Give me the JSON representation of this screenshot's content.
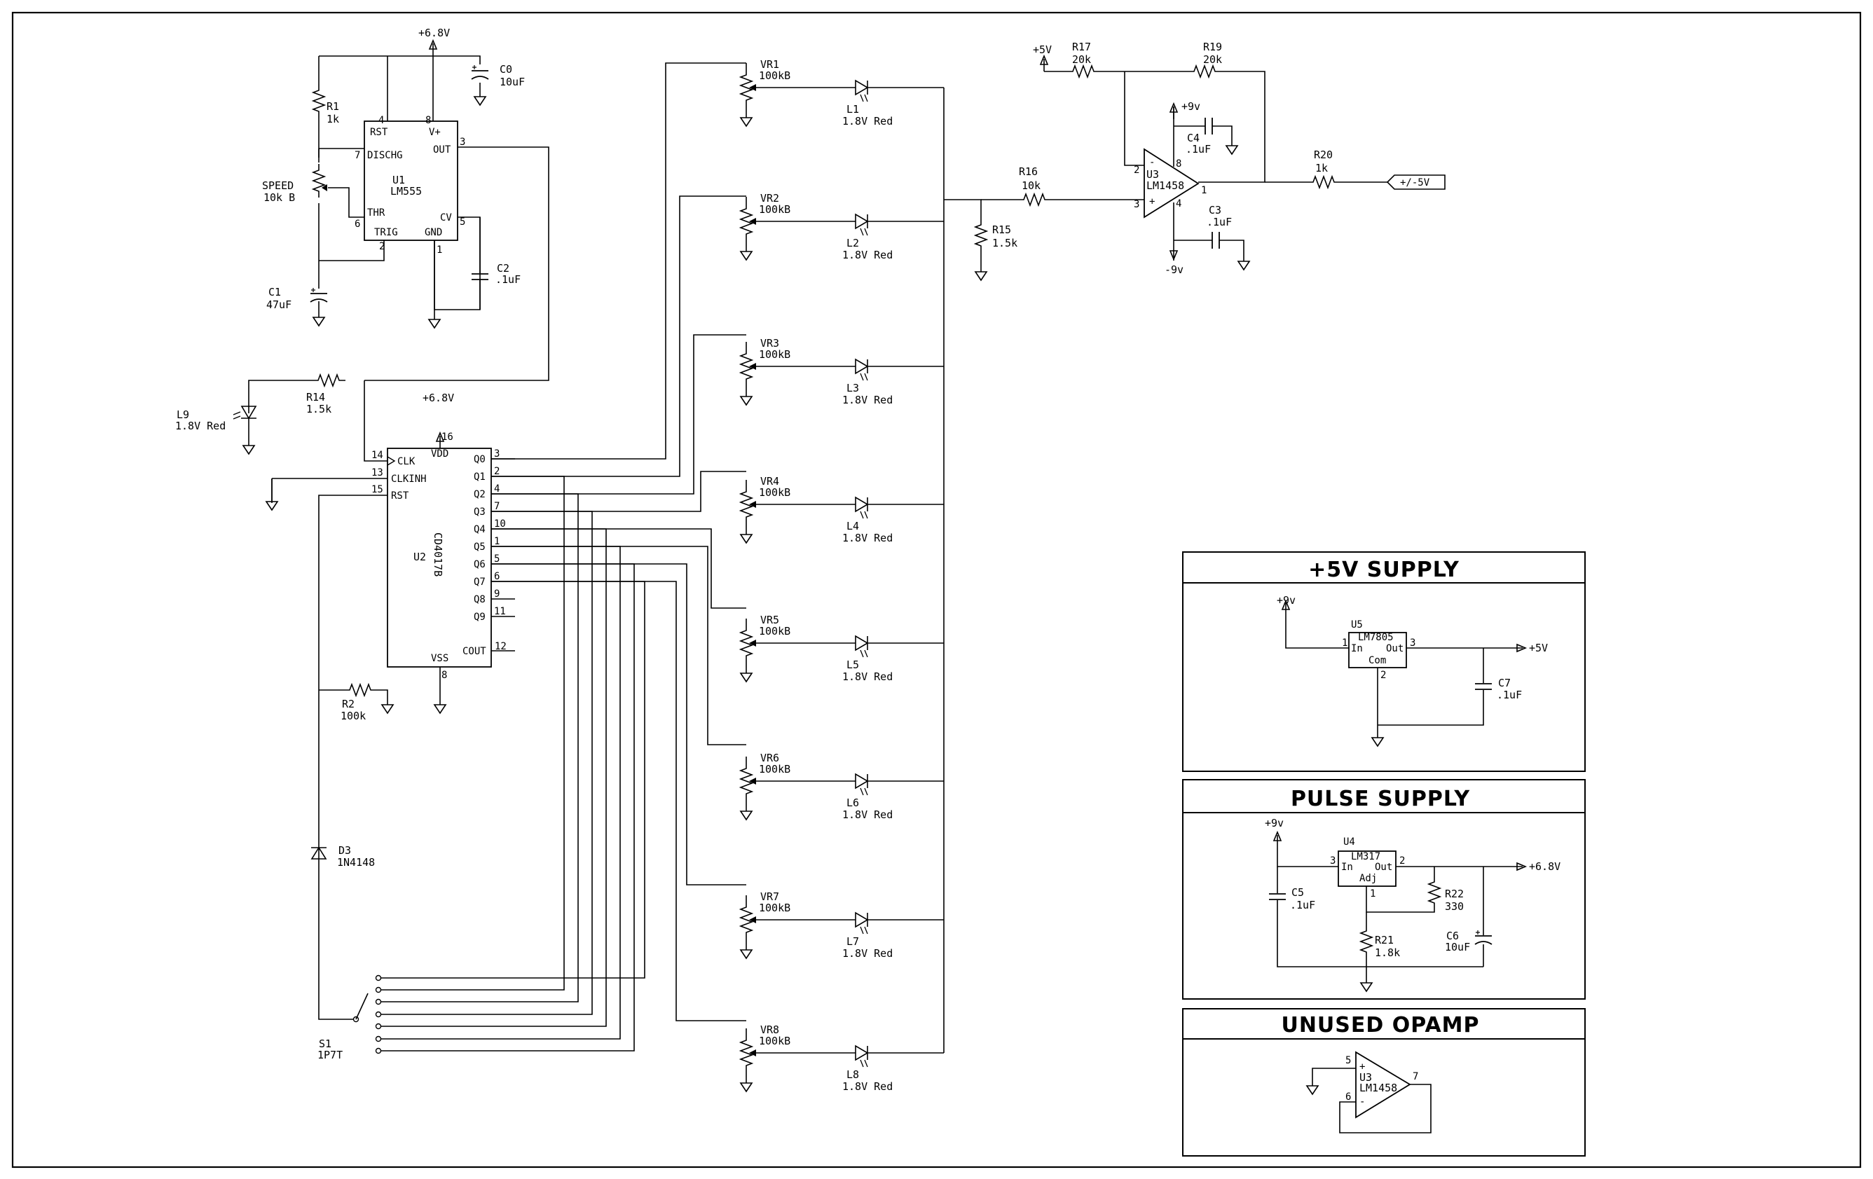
{
  "supply": {
    "v68": "+6.8V",
    "v5": "+5V",
    "v9": "+9v",
    "vneg9": "-9v",
    "v68b": "+6.8V"
  },
  "u1": {
    "ref": "U1",
    "part": "LM555",
    "pins": {
      "rst": "RST",
      "vplus": "V+",
      "dischg": "DISCHG",
      "out": "OUT",
      "thr": "THR",
      "cv": "CV",
      "trig": "TRIG",
      "gnd": "GND"
    },
    "nums": {
      "n4": "4",
      "n8": "8",
      "n7": "7",
      "n3": "3",
      "n6": "6",
      "n5": "5",
      "n2": "2",
      "n1": "1"
    }
  },
  "u2": {
    "ref": "U2",
    "part": "CD4017B",
    "pins": {
      "vdd": "VDD",
      "clk": "CLK",
      "clkinh": "CLKINH",
      "rst": "RST",
      "vss": "VSS",
      "cout": "COUT",
      "q": [
        "Q0",
        "Q1",
        "Q2",
        "Q3",
        "Q4",
        "Q5",
        "Q6",
        "Q7",
        "Q8",
        "Q9"
      ]
    },
    "nums": {
      "n16": "16",
      "n14": "14",
      "n13": "13",
      "n15": "15",
      "n8": "8",
      "n12": "12",
      "q": [
        "3",
        "2",
        "4",
        "7",
        "10",
        "1",
        "5",
        "6",
        "9",
        "11"
      ]
    }
  },
  "u3": {
    "ref": "U3",
    "part": "LM1458",
    "n2": "2",
    "n3": "3",
    "n8": "8",
    "n4": "4",
    "n1": "1",
    "minus": "-",
    "plus": "+"
  },
  "comps": {
    "r1": {
      "ref": "R1",
      "val": "1k"
    },
    "speed": {
      "ref": "SPEED",
      "val": "10k B"
    },
    "c0": {
      "ref": "C0",
      "val": "10uF"
    },
    "c1": {
      "ref": "C1",
      "val": "47uF"
    },
    "c2": {
      "ref": "C2",
      "val": ".1uF"
    },
    "r14": {
      "ref": "R14",
      "val": "1.5k"
    },
    "l9": {
      "ref": "L9",
      "val": "1.8V Red"
    },
    "r2": {
      "ref": "R2",
      "val": "100k"
    },
    "d3": {
      "ref": "D3",
      "val": "1N4148"
    },
    "s1": {
      "ref": "S1",
      "val": "1P7T"
    },
    "r15": {
      "ref": "R15",
      "val": "1.5k"
    },
    "r16": {
      "ref": "R16",
      "val": "10k"
    },
    "r17": {
      "ref": "R17",
      "val": "20k"
    },
    "r19": {
      "ref": "R19",
      "val": "20k"
    },
    "r20": {
      "ref": "R20",
      "val": "1k"
    },
    "c3": {
      "ref": "C3",
      "val": ".1uF"
    },
    "c4": {
      "ref": "C4",
      "val": ".1uF"
    },
    "out": "+/-5V"
  },
  "channels": [
    {
      "vr": "VR1",
      "vrval": "100kB",
      "led": "L1",
      "ledval": "1.8V Red"
    },
    {
      "vr": "VR2",
      "vrval": "100kB",
      "led": "L2",
      "ledval": "1.8V Red"
    },
    {
      "vr": "VR3",
      "vrval": "100kB",
      "led": "L3",
      "ledval": "1.8V Red"
    },
    {
      "vr": "VR4",
      "vrval": "100kB",
      "led": "L4",
      "ledval": "1.8V Red"
    },
    {
      "vr": "VR5",
      "vrval": "100kB",
      "led": "L5",
      "ledval": "1.8V Red"
    },
    {
      "vr": "VR6",
      "vrval": "100kB",
      "led": "L6",
      "ledval": "1.8V Red"
    },
    {
      "vr": "VR7",
      "vrval": "100kB",
      "led": "L7",
      "ledval": "1.8V Red"
    },
    {
      "vr": "VR8",
      "vrval": "100kB",
      "led": "L8",
      "ledval": "1.8V Red"
    }
  ],
  "box5v": {
    "title": "+5V SUPPLY",
    "vin": "+9v",
    "ref": "U5",
    "part": "LM7805",
    "in": "In",
    "out": "Out",
    "com": "Com",
    "n1": "1",
    "n3": "3",
    "n2": "2",
    "vout": "+5V",
    "c7": "C7",
    "c7val": ".1uF"
  },
  "boxpulse": {
    "title": "PULSE SUPPLY",
    "vin": "+9v",
    "ref": "U4",
    "part": "LM317",
    "in": "In",
    "out": "Out",
    "adj": "Adj",
    "n3": "3",
    "n2": "2",
    "n1": "1",
    "vout": "+6.8V",
    "c5": "C5",
    "c5val": ".1uF",
    "r22": "R22",
    "r22val": "330",
    "r21": "R21",
    "r21val": "1.8k",
    "c6": "C6",
    "c6val": "10uF"
  },
  "boxunused": {
    "title": "UNUSED OPAMP",
    "ref": "U3",
    "part": "LM1458",
    "n5": "5",
    "n6": "6",
    "n7": "7",
    "minus": "-",
    "plus": "+"
  }
}
